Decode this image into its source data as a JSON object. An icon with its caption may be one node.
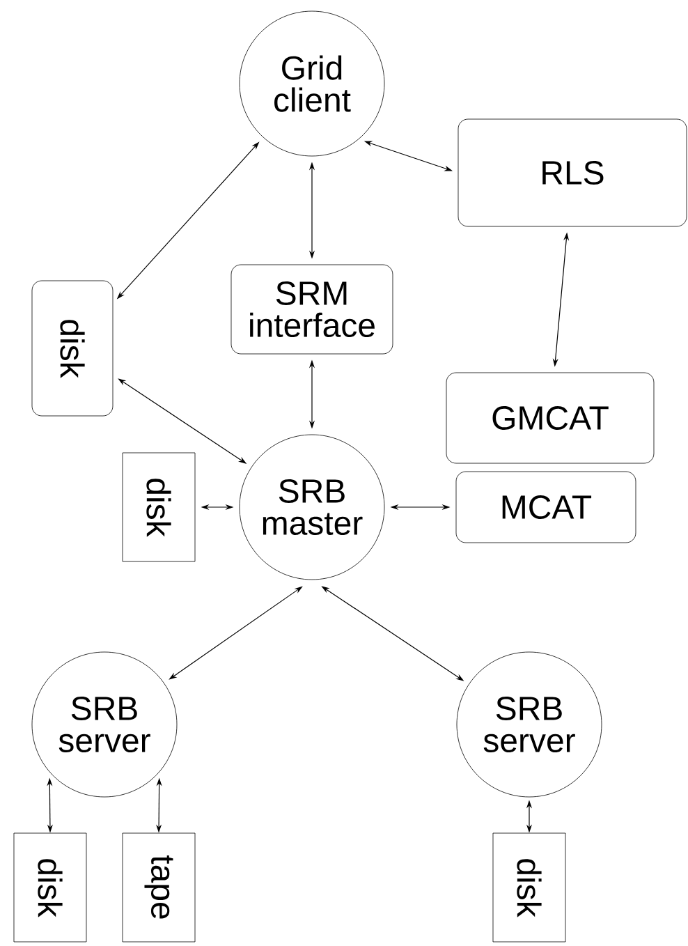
{
  "diagram": {
    "nodes": [
      {
        "text": [
          "Grid client"
        ]
      },
      {
        "text": [
          "RLS"
        ]
      },
      {
        "text": [
          "SRM interface"
        ]
      },
      {
        "text": [
          "disk"
        ]
      },
      {
        "text": [
          "GMCAT"
        ]
      },
      {
        "text": [
          "disk"
        ]
      },
      {
        "text": [
          "SRB master"
        ]
      },
      {
        "text": [
          "MCAT"
        ]
      },
      {
        "text": [
          "SRB server"
        ]
      },
      {
        "text": [
          "SRB server"
        ]
      },
      {
        "text": [
          "disk"
        ]
      },
      {
        "text": [
          "tape"
        ]
      },
      {
        "text": [
          "disk"
        ]
      }
    ],
    "edges": [
      {
        "from": 0,
        "to": 1,
        "arrow": "both"
      },
      {
        "from": 0,
        "to": 2,
        "arrow": "both"
      },
      {
        "from": 0,
        "to": 3,
        "arrow": "both"
      },
      {
        "from": 3,
        "to": 6,
        "arrow": "both"
      },
      {
        "from": 2,
        "to": 6,
        "arrow": "both"
      },
      {
        "from": 1,
        "to": 4,
        "arrow": "both"
      },
      {
        "from": 5,
        "to": 6,
        "arrow": "both"
      },
      {
        "from": 6,
        "to": 7,
        "arrow": "both"
      },
      {
        "from": 6,
        "to": 8,
        "arrow": "both"
      },
      {
        "from": 6,
        "to": 9,
        "arrow": "both"
      },
      {
        "from": 8,
        "to": 10,
        "arrow": "both"
      },
      {
        "from": 8,
        "to": 11,
        "arrow": "both"
      },
      {
        "from": 9,
        "to": 12,
        "arrow": "both"
      }
    ]
  }
}
